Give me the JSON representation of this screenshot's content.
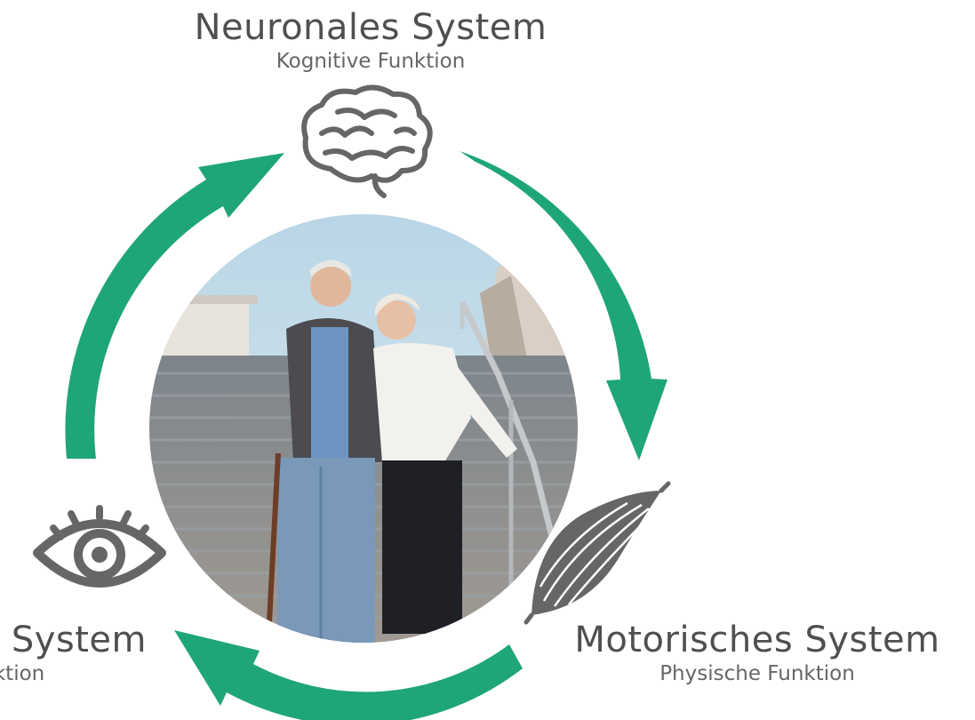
{
  "systems": {
    "neural": {
      "title": "Neuronales System",
      "subtitle": "Kognitive Funktion",
      "icon": "brain-icon"
    },
    "motor": {
      "title": "Motorisches System",
      "subtitle": "Physische Funktion",
      "icon": "muscle-icon"
    },
    "sensory": {
      "title": "s System",
      "subtitle": "nktion",
      "icon": "eye-icon"
    }
  },
  "photo": {
    "subject": "senior-couple-on-stairs-photo"
  },
  "colors": {
    "arrow": "#1fa57a",
    "icon": "#666666",
    "text": "#555555"
  }
}
